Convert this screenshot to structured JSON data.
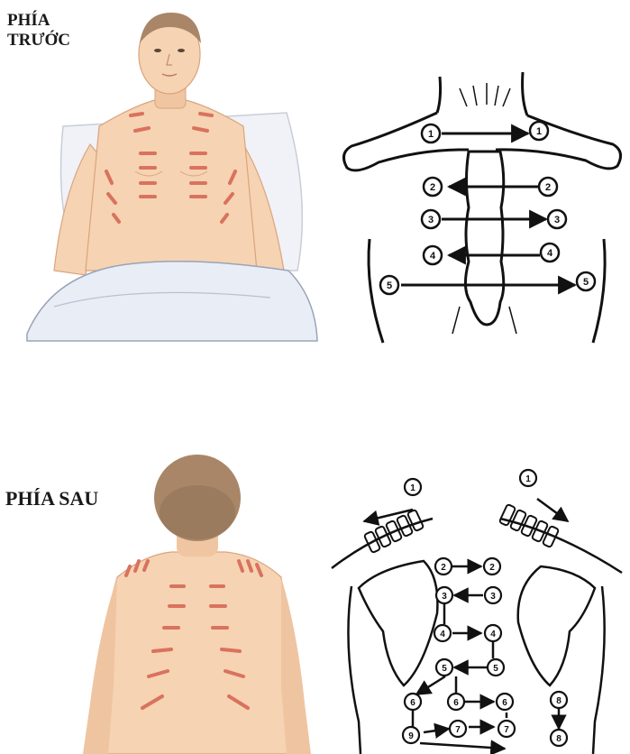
{
  "labels": {
    "front_line1": "PHÍA",
    "front_line2": "TRƯỚC",
    "back": "PHÍA SAU"
  },
  "colors": {
    "skin": "#f6d3b2",
    "skin_shadow": "#e9b992",
    "hair": "#a88667",
    "back_hair": "#9a7b5e",
    "marker": "#d9725f",
    "sheet": "#e9edf6",
    "line": "#111111"
  },
  "front_diagram": {
    "arrows": [
      {
        "from": "1",
        "to": "1",
        "direction": "right"
      },
      {
        "from": "2",
        "to": "2",
        "direction": "left"
      },
      {
        "from": "3",
        "to": "3",
        "direction": "right"
      },
      {
        "from": "4",
        "to": "4",
        "direction": "left"
      },
      {
        "from": "5",
        "to": "5",
        "direction": "right"
      }
    ]
  },
  "back_diagram": {
    "nodes": [
      "1",
      "1",
      "2",
      "2",
      "3",
      "3",
      "4",
      "4",
      "5",
      "5",
      "6",
      "6",
      "6",
      "7",
      "7",
      "8",
      "8",
      "9"
    ]
  }
}
